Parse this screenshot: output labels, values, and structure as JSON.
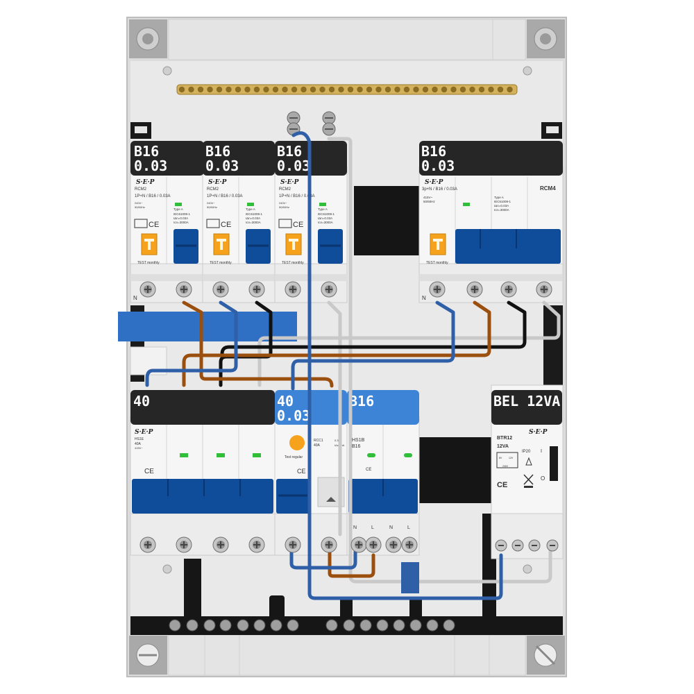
{
  "colors": {
    "enclosure": "#dcdcdc",
    "back_panel": "#e8e8e8",
    "label_dark": "#262626",
    "label_blue": "#3d84d6",
    "toggle_blue": "#0f4c9a",
    "test_orange": "#f6a21c",
    "wire_blue": "#2f5fa7",
    "wire_brown": "#9b4f0f",
    "wire_black": "#111111",
    "wire_grey": "#c9c9c9",
    "busbar_brass": "#d4b15c",
    "led_green": "#2fbf3a"
  },
  "brand": "S·E·P",
  "ce": "CE",
  "top_row": {
    "labels": [
      {
        "line1": "B16",
        "line2": "0.03"
      },
      {
        "line1": "B16",
        "line2": "0.03"
      },
      {
        "line1": "B16",
        "line2": "0.03"
      },
      {
        "line1": "B16",
        "line2": "0.03"
      }
    ],
    "rcbos": [
      {
        "model": "RCM2",
        "rating": "1P+N / B16 / 0.03A",
        "spec1": "240V~",
        "spec2": "50/60Hz",
        "type": "Type A",
        "iec": "IEC61009-1",
        "idn": "IΔn=0.03A",
        "icn": "Icn=3000A",
        "test": "TEST monthly",
        "n": "N"
      },
      {
        "model": "RCM2",
        "rating": "1P+N / B16 / 0.03A",
        "spec1": "240V~",
        "spec2": "50/60Hz",
        "type": "Type A",
        "iec": "IEC61009-1",
        "idn": "IΔn=0.03A",
        "icn": "Icn=3000A",
        "test": "TEST monthly",
        "n": ""
      },
      {
        "model": "RCM2",
        "rating": "1P+N / B16 / 0.03A",
        "spec1": "240V~",
        "spec2": "50/60Hz",
        "type": "Type A",
        "iec": "IEC61009-1",
        "idn": "IΔn=0.03A",
        "icn": "Icn=3000A",
        "test": "TEST monthly",
        "n": ""
      }
    ],
    "rcbo4": {
      "model": "RCM4",
      "rating": "3p+N / B16 / 0.03A",
      "spec1": "415V~",
      "spec2": "50/60Hz",
      "type": "Type A",
      "iec": "IEC61009-1",
      "idn": "IΔn=0.03A",
      "icn": "Icn=3000A",
      "test": "TEST monthly",
      "n": "N"
    }
  },
  "bottom_row": {
    "isolator_label": "40",
    "isolator": {
      "model": "HS1E",
      "rating": "40A",
      "spec": "415V~"
    },
    "rcd_label": {
      "line1": "40",
      "line2": "0.03"
    },
    "rcd": {
      "model": "RCC1",
      "rating": "40A",
      "spec1": "0.30",
      "spec2": "IΔn=mA",
      "test": "Test regular"
    },
    "mcb_label": "B16",
    "mcb": {
      "model": "HS1B",
      "rating": "B16",
      "terminals": [
        "N",
        "L",
        "N",
        "L"
      ]
    },
    "bell_label": "BEL 12VA",
    "bell": {
      "model": "BTR12",
      "rating": "12VA",
      "ip": "IP20",
      "out1": "8V",
      "out2": "12V",
      "in": "230V",
      "on": "I",
      "off": "O"
    }
  }
}
